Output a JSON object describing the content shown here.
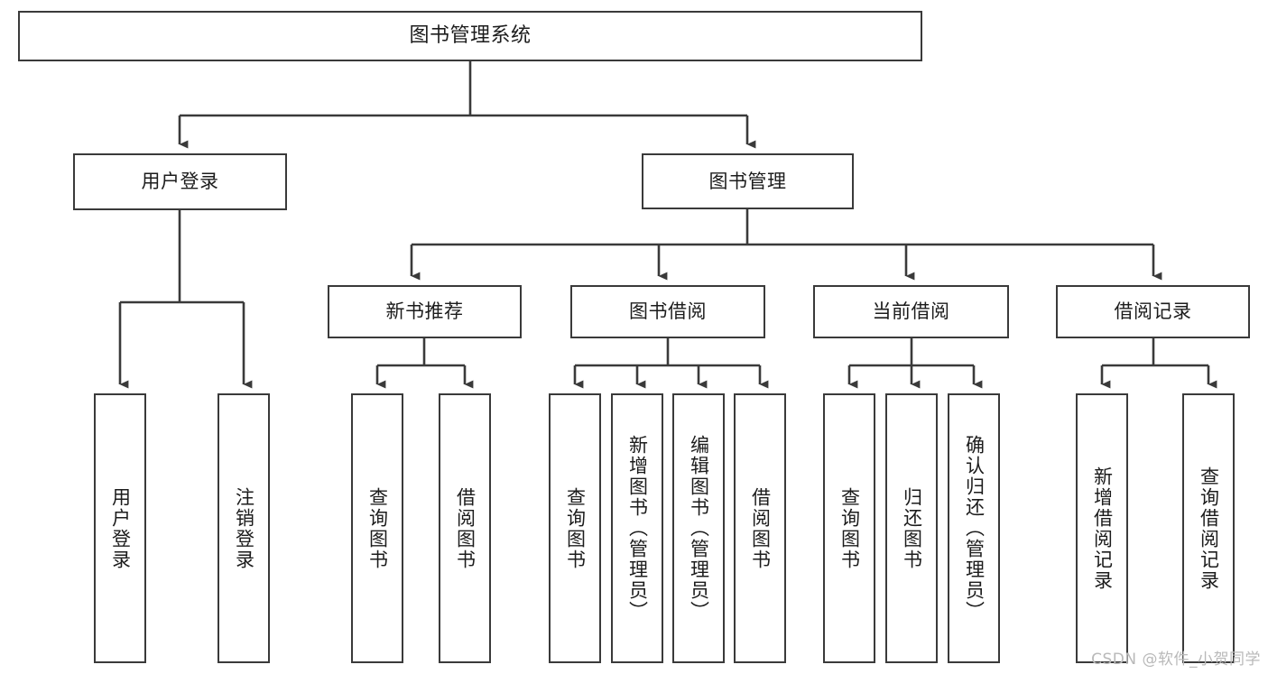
{
  "diagram": {
    "title": "图书管理系统",
    "type": "hierarchy-tree",
    "watermark": "CSDN @软件_小贺同学",
    "colors": {
      "stroke": "#3a3a3a",
      "fill": "#ffffff",
      "text": "#1c1c1c",
      "watermark": "#b9b9b9"
    },
    "nodes": {
      "root": {
        "label": "图书管理系统"
      },
      "level2": [
        {
          "label": "用户登录"
        },
        {
          "label": "图书管理"
        }
      ],
      "level3": [
        {
          "label": "新书推荐"
        },
        {
          "label": "图书借阅"
        },
        {
          "label": "当前借阅"
        },
        {
          "label": "借阅记录"
        }
      ],
      "leaves": {
        "user_login": [
          {
            "label": "用户登录"
          },
          {
            "label": "注销登录"
          }
        ],
        "new_book": [
          {
            "label": "查询图书"
          },
          {
            "label": "借阅图书"
          }
        ],
        "book_borrow": [
          {
            "label": "查询图书"
          },
          {
            "label": "新增图书（管理员）"
          },
          {
            "label": "编辑图书（管理员）"
          },
          {
            "label": "借阅图书"
          }
        ],
        "current_borrow": [
          {
            "label": "查询图书"
          },
          {
            "label": "归还图书"
          },
          {
            "label": "确认归还（管理员）"
          }
        ],
        "borrow_record": [
          {
            "label": "新增借阅记录"
          },
          {
            "label": "查询借阅记录"
          }
        ]
      }
    }
  }
}
